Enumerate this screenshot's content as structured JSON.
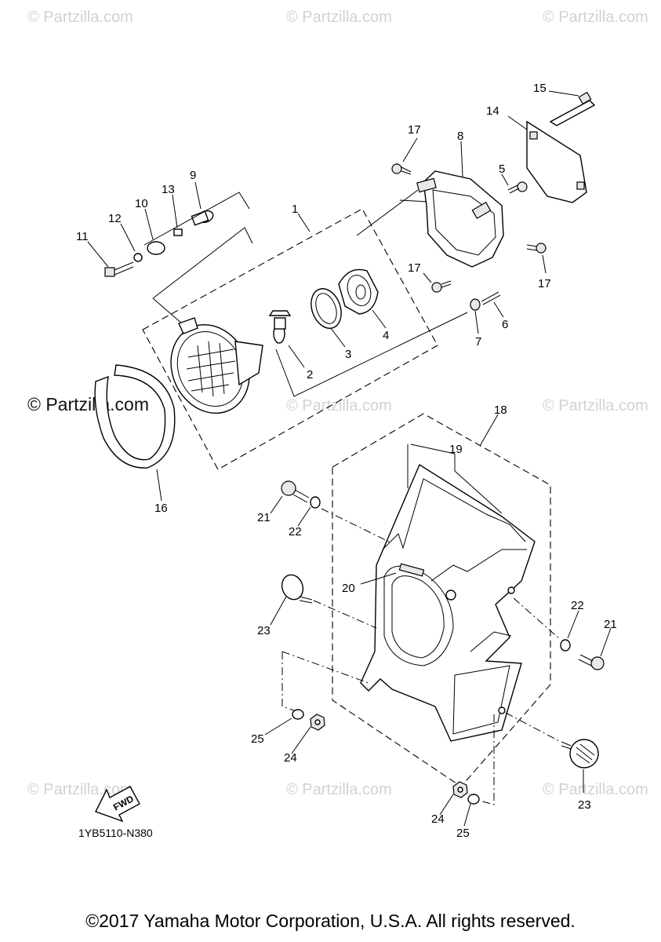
{
  "watermarks": [
    "© Partzilla.com",
    "© Partzilla.com",
    "© Partzilla.com",
    "© Partzilla.com",
    "© Partzilla.com",
    "© Partzilla.com",
    "© Partzilla.com",
    "© Partzilla.com"
  ],
  "watermark_main": "© Partzilla.com",
  "diagram_code": "1YB5110-N380",
  "fwd_label": "FWD",
  "copyright": "©2017 Yamaha Motor Corporation, U.S.A. All rights reserved.",
  "callouts": {
    "c1": "1",
    "c2": "2",
    "c3": "3",
    "c4": "4",
    "c5": "5",
    "c6": "6",
    "c7": "7",
    "c8": "8",
    "c9": "9",
    "c10": "10",
    "c11": "11",
    "c12": "12",
    "c13": "13",
    "c14": "14",
    "c15": "15",
    "c16": "16",
    "c17a": "17",
    "c17b": "17",
    "c17c": "17",
    "c18": "18",
    "c19": "19",
    "c20": "20",
    "c21a": "21",
    "c21b": "21",
    "c22a": "22",
    "c22b": "22",
    "c23a": "23",
    "c23b": "23",
    "c24a": "24",
    "c24b": "24",
    "c25a": "25",
    "c25b": "25"
  }
}
